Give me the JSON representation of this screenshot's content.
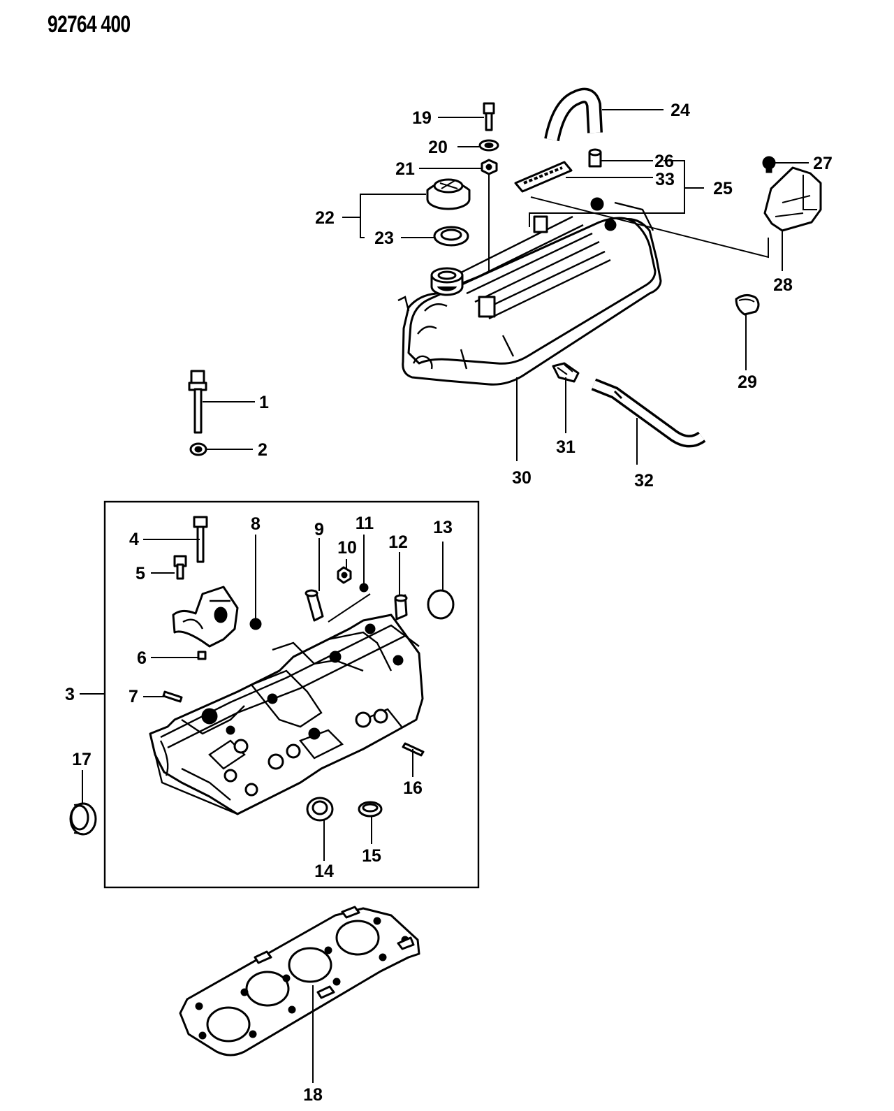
{
  "document_number": "92764 400",
  "callouts": [
    "1",
    "2",
    "3",
    "4",
    "5",
    "6",
    "7",
    "8",
    "9",
    "10",
    "11",
    "12",
    "13",
    "14",
    "15",
    "16",
    "17",
    "18",
    "19",
    "20",
    "21",
    "22",
    "23",
    "24",
    "25",
    "26",
    "27",
    "28",
    "29",
    "30",
    "31",
    "32",
    "33"
  ],
  "colors": {
    "ink": "#000000",
    "paper": "#ffffff"
  }
}
